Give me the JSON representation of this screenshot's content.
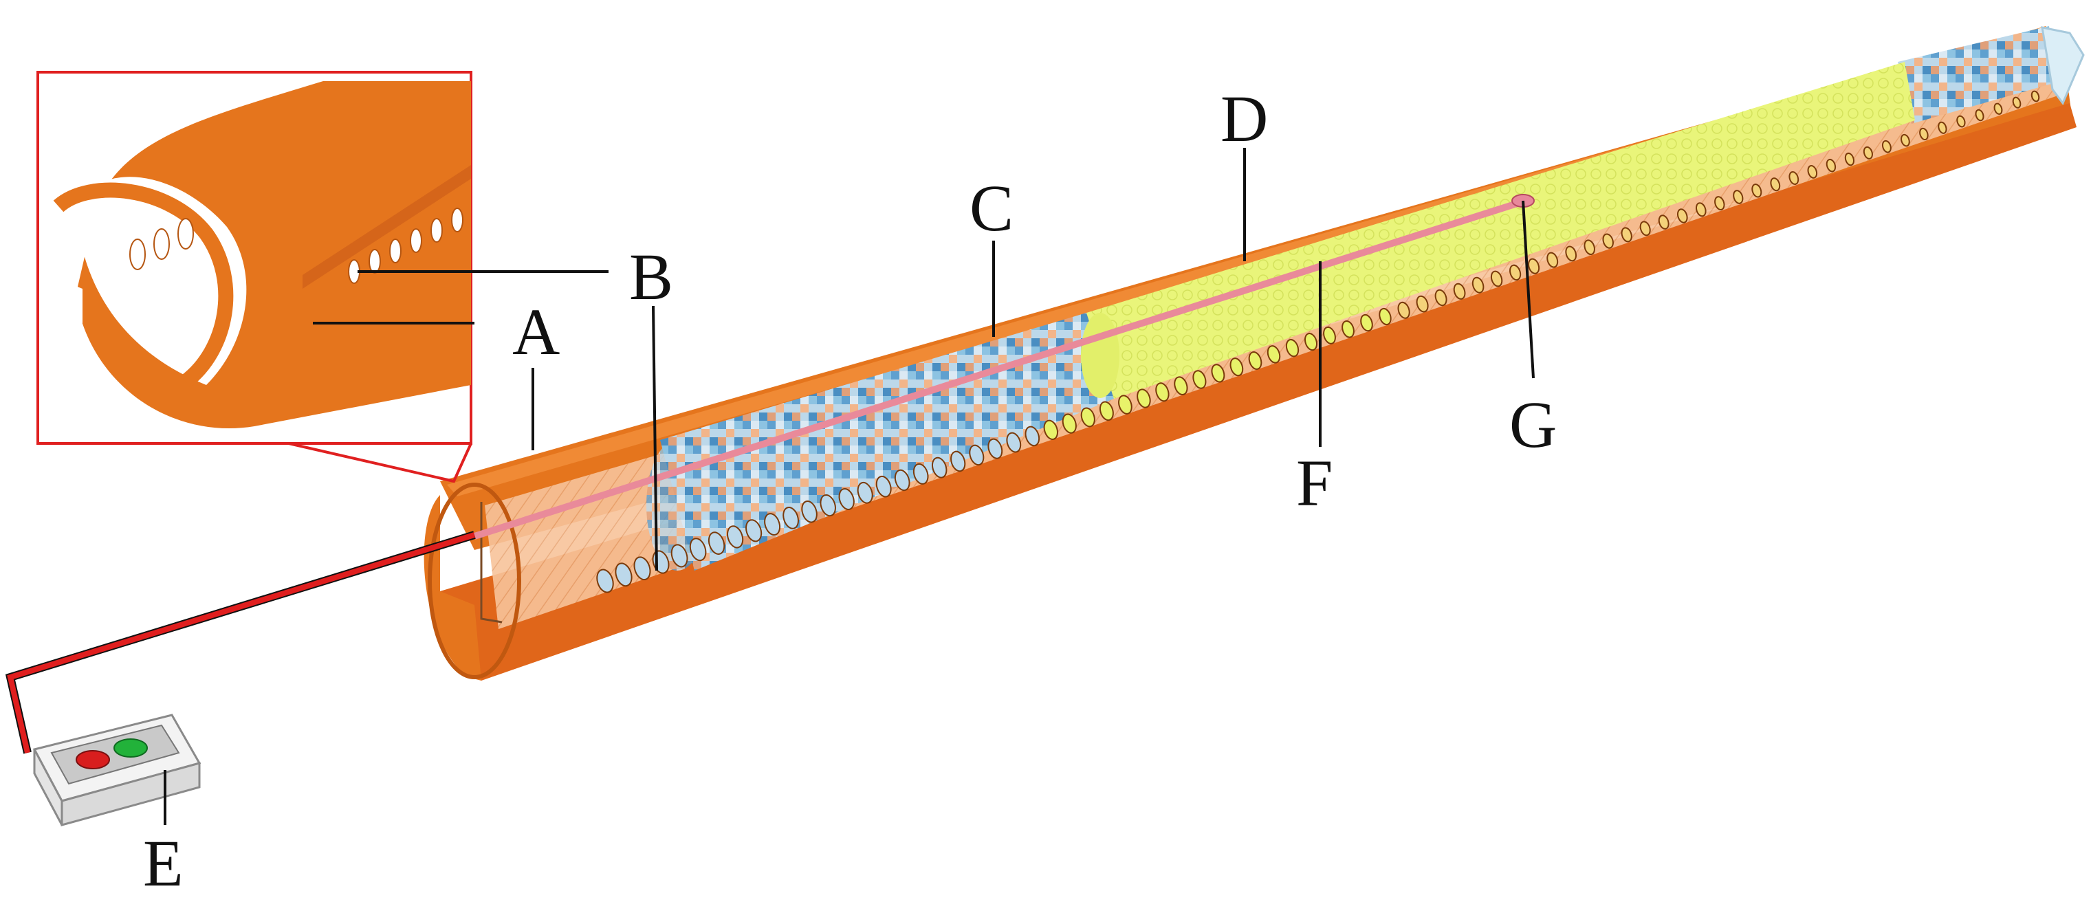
{
  "labels": {
    "A": "A",
    "B": "B",
    "C": "C",
    "D": "D",
    "E": "E",
    "F": "F",
    "G": "G"
  },
  "components": {
    "outer_tube": {
      "color": "#e5751d"
    },
    "inner_cut_face": {
      "color": "#f7b37a"
    },
    "mosaic_section": {
      "color": "#7fb5d6"
    },
    "yellow_section": {
      "color": "#e6f46a"
    },
    "red_line": {
      "color": "#e01e1e"
    },
    "control_box": {
      "button_left_color": "#d81e1e",
      "button_right_color": "#22b23a"
    }
  }
}
